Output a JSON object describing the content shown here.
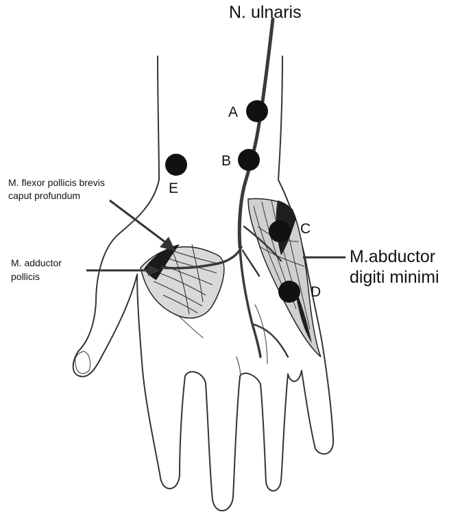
{
  "diagram": {
    "nerve_label": "N. ulnaris",
    "muscles": {
      "flexor_line1": "M. flexor pollicis brevis",
      "flexor_line2": "caput profundum",
      "adductor_line1": "M. adductor",
      "adductor_line2": "pollicis",
      "abductor_line1": "M.abductor",
      "abductor_line2": "digiti minimi"
    },
    "points": {
      "a": "A",
      "b": "B",
      "c": "C",
      "d": "D",
      "e": "E"
    },
    "colors": {
      "dot": "#111111",
      "line": "#333333"
    }
  }
}
